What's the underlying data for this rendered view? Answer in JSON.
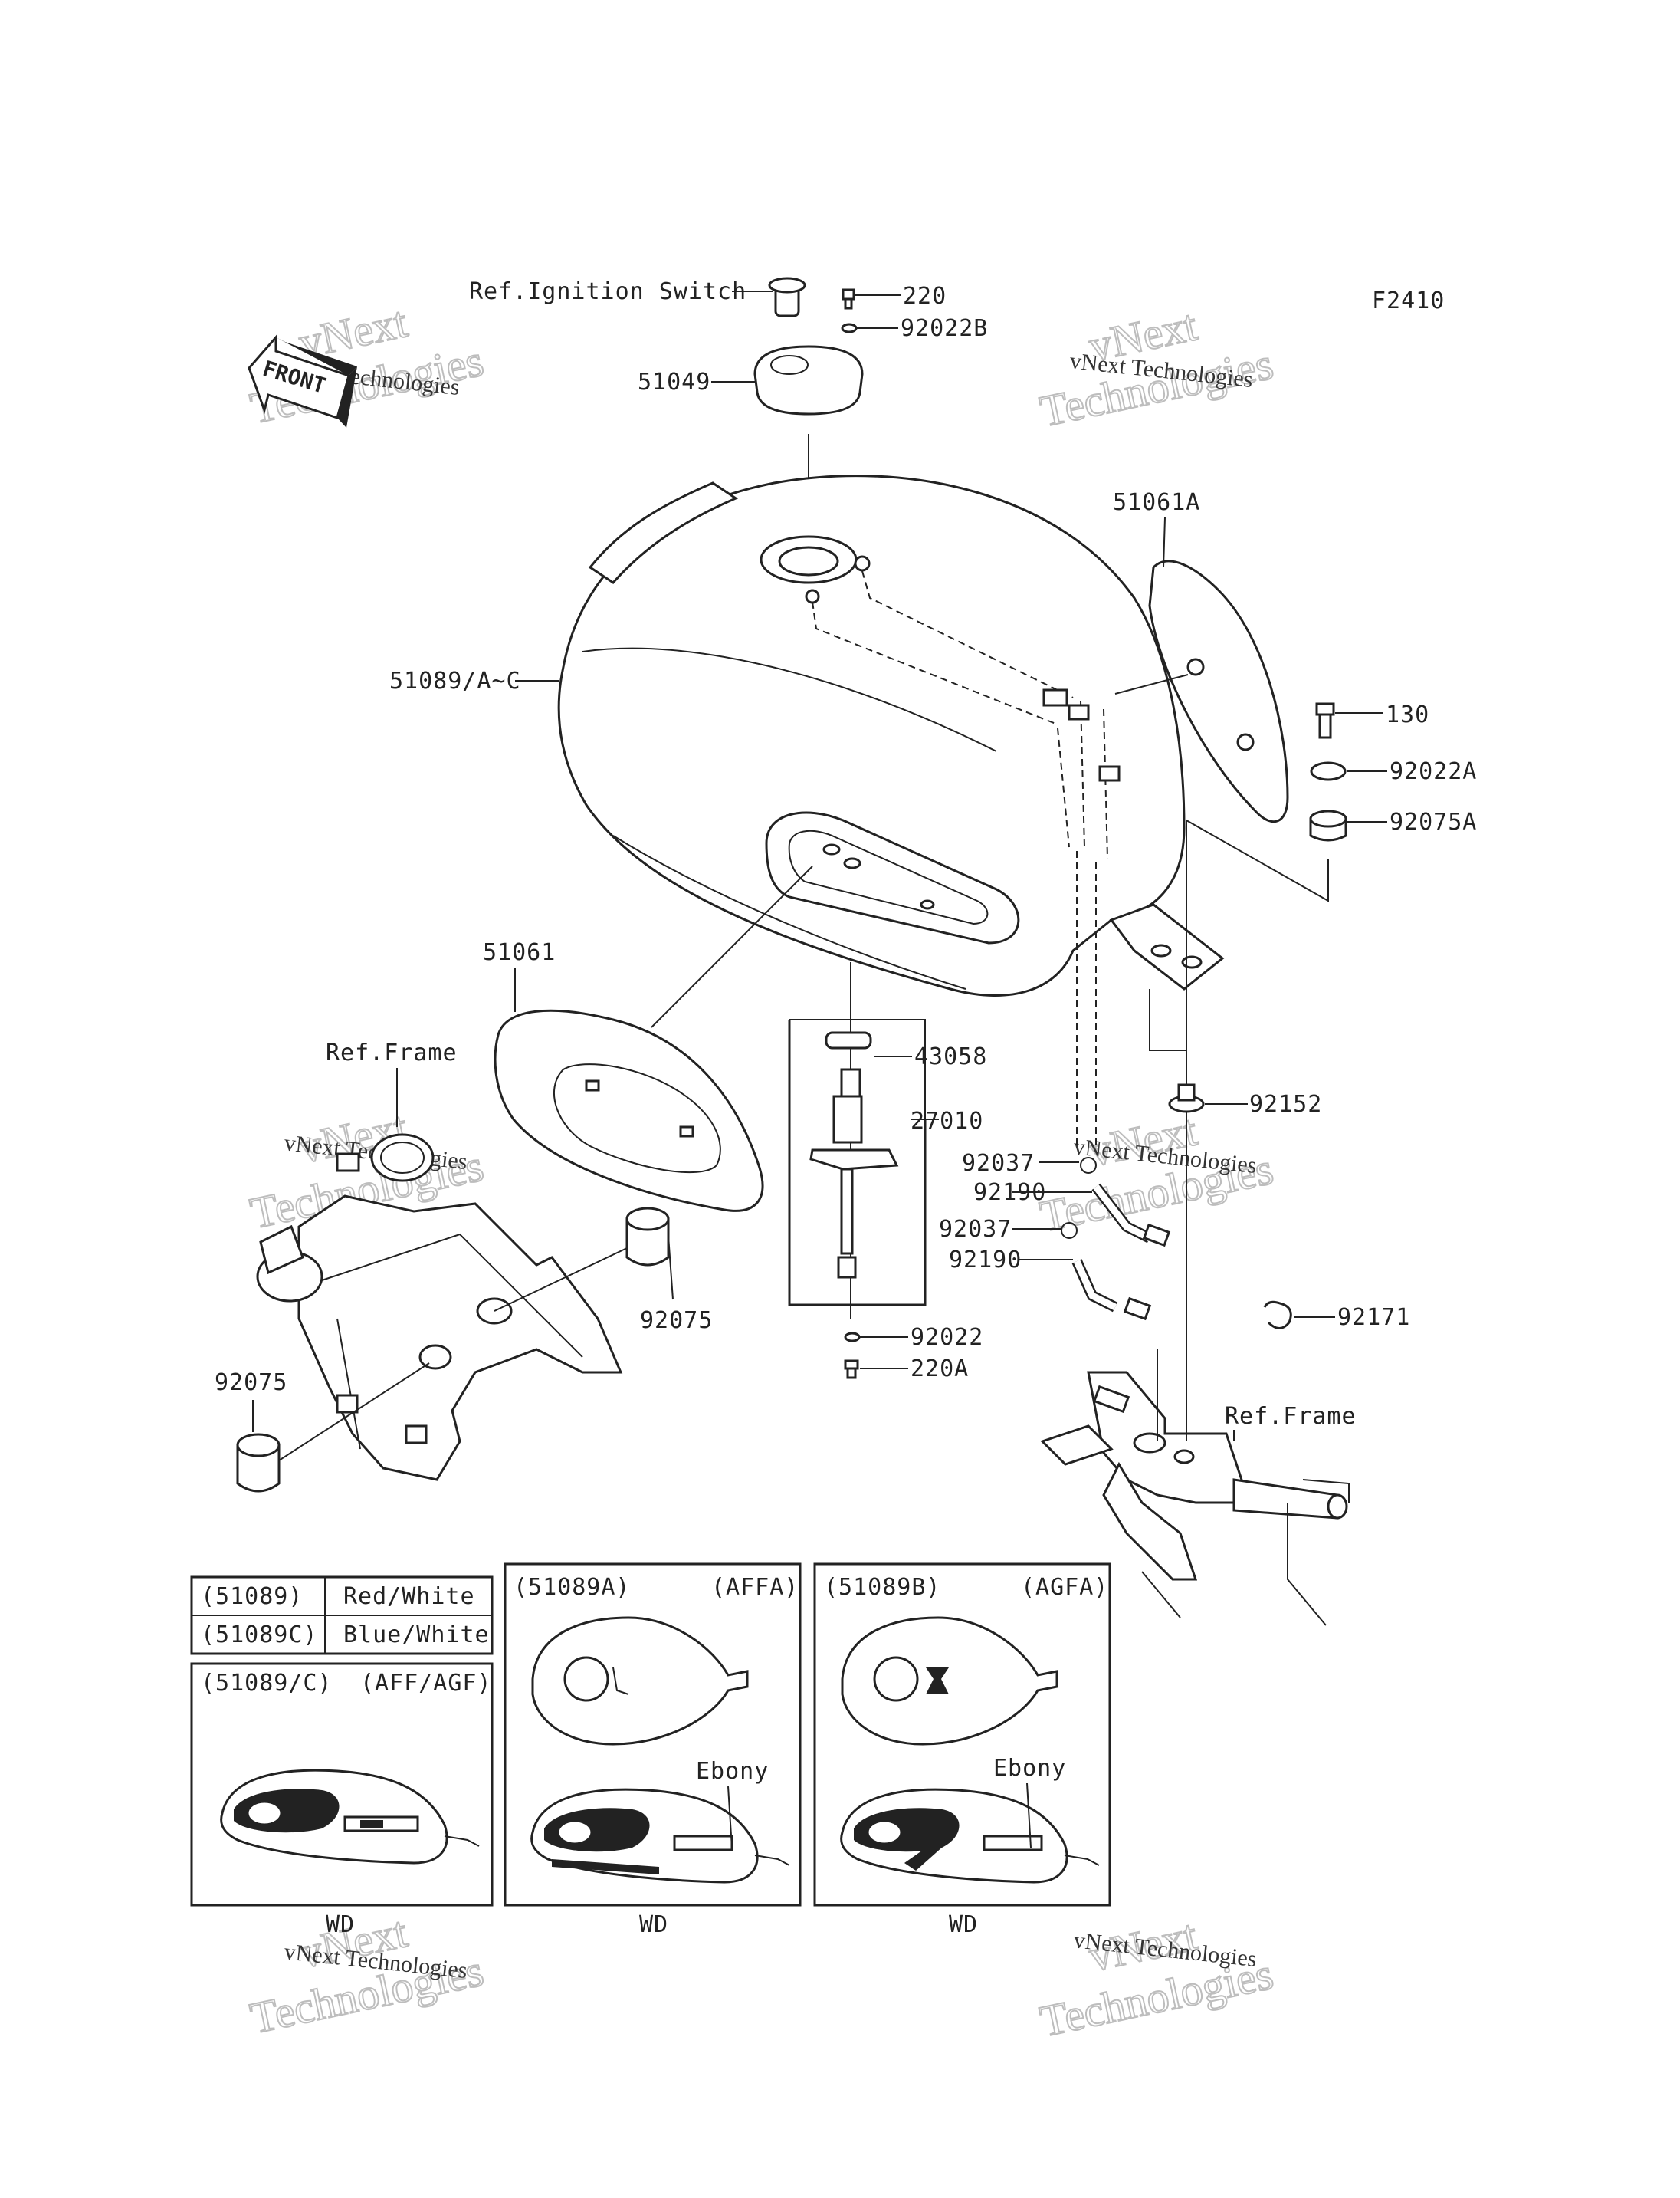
{
  "diagram_code": "F2410",
  "watermark": {
    "line1": "vNext",
    "line2": "Technologies",
    "caption": "vNext Technologies"
  },
  "front_arrow": "FRONT",
  "callouts": {
    "ref_ignition_switch": "Ref.Ignition Switch",
    "p220": "220",
    "p92022B": "92022B",
    "p51049": "51049",
    "p51061A": "51061A",
    "p51089": "51089/A~C",
    "p130": "130",
    "p92022A": "92022A",
    "p92075A": "92075A",
    "p51061": "51061",
    "ref_frame_left": "Ref.Frame",
    "p43058": "43058",
    "p27010": "27010",
    "p92152": "92152",
    "p92037a": "92037",
    "p92190a": "92190",
    "p92037b": "92037",
    "p92190b": "92190",
    "p92075_right": "92075",
    "p92075_left": "92075",
    "p92022": "92022",
    "p220A": "220A",
    "p92171": "92171",
    "ref_frame_right": "Ref.Frame"
  },
  "color_table": [
    {
      "code": "(51089)",
      "color": "Red/White"
    },
    {
      "code": "(51089C)",
      "color": "Blue/White"
    }
  ],
  "variants": [
    {
      "code": "(51089/C)",
      "market": "(AFF/AGF)",
      "note": "",
      "caption": "WD"
    },
    {
      "code": "(51089A)",
      "market": "(AFFA)",
      "note": "Ebony",
      "caption": "WD"
    },
    {
      "code": "(51089B)",
      "market": "(AGFA)",
      "note": "Ebony",
      "caption": "WD"
    }
  ]
}
